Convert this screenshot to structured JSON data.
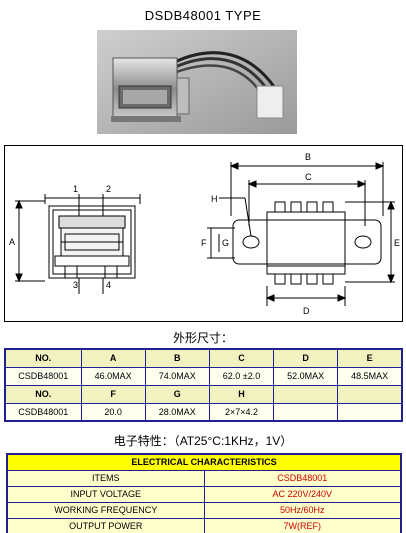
{
  "title": "DSDB48001 TYPE",
  "drawing_labels": {
    "A": "A",
    "B": "B",
    "C": "C",
    "D": "D",
    "E": "E",
    "F": "F",
    "G": "G",
    "H": "H",
    "pin1": "1",
    "pin2": "2",
    "pin3": "3",
    "pin4": "4"
  },
  "dimensions": {
    "heading": "外形尺寸：",
    "rows": [
      [
        "NO.",
        "A",
        "B",
        "C",
        "D",
        "E"
      ],
      [
        "CSDB48001",
        "46.0MAX",
        "74.0MAX",
        "62.0 ±2.0",
        "52.0MAX",
        "48.5MAX"
      ],
      [
        "NO.",
        "F",
        "G",
        "H",
        "",
        ""
      ],
      [
        "CSDB48001",
        "20.0",
        "28.0MAX",
        "2×7×4.2",
        "",
        ""
      ]
    ]
  },
  "electrical": {
    "heading": "电子特性：（AT25°C:1KHz，1V）",
    "caption": "ELECTRICAL CHARACTERISTICS",
    "rows": [
      [
        "ITEMS",
        "CSDB48001"
      ],
      [
        "INPUT VOLTAGE",
        "AC  220V/240V"
      ],
      [
        "WORKING FREQUENCY",
        "50Hz/60Hz"
      ],
      [
        "OUTPUT POWER",
        "7W(REF)"
      ]
    ]
  }
}
